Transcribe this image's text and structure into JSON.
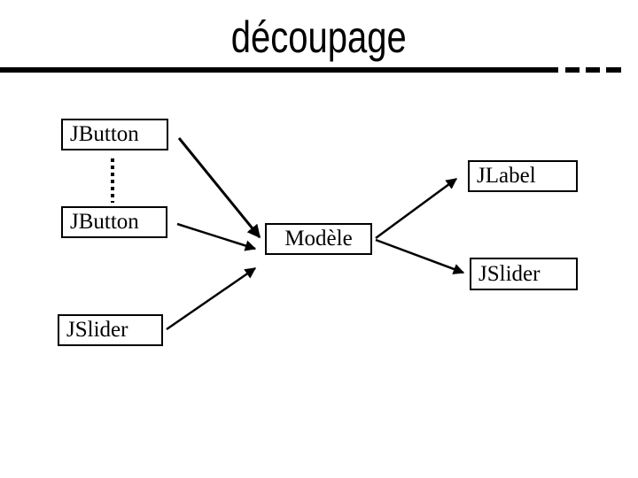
{
  "slide": {
    "title": "découpage",
    "nodes": [
      {
        "id": "jbutton-top",
        "label": "JButton"
      },
      {
        "id": "jbutton-mid",
        "label": "JButton"
      },
      {
        "id": "jslider-left",
        "label": "JSlider"
      },
      {
        "id": "modele",
        "label": "Modèle"
      },
      {
        "id": "jlabel",
        "label": "JLabel"
      },
      {
        "id": "jslider-right",
        "label": "JSlider"
      }
    ],
    "edges": [
      {
        "from": "jbutton-top",
        "to": "jbutton-mid",
        "style": "dotted",
        "arrowhead": false
      },
      {
        "from": "jbutton-top",
        "to": "modele",
        "style": "solid",
        "arrowhead": true
      },
      {
        "from": "jbutton-mid",
        "to": "modele",
        "style": "solid",
        "arrowhead": true
      },
      {
        "from": "jslider-left",
        "to": "modele",
        "style": "solid",
        "arrowhead": true
      },
      {
        "from": "modele",
        "to": "jlabel",
        "style": "solid",
        "arrowhead": true
      },
      {
        "from": "modele",
        "to": "jslider-right",
        "style": "solid",
        "arrowhead": true
      }
    ],
    "colors": {
      "foreground": "#000000",
      "background": "#ffffff"
    }
  }
}
